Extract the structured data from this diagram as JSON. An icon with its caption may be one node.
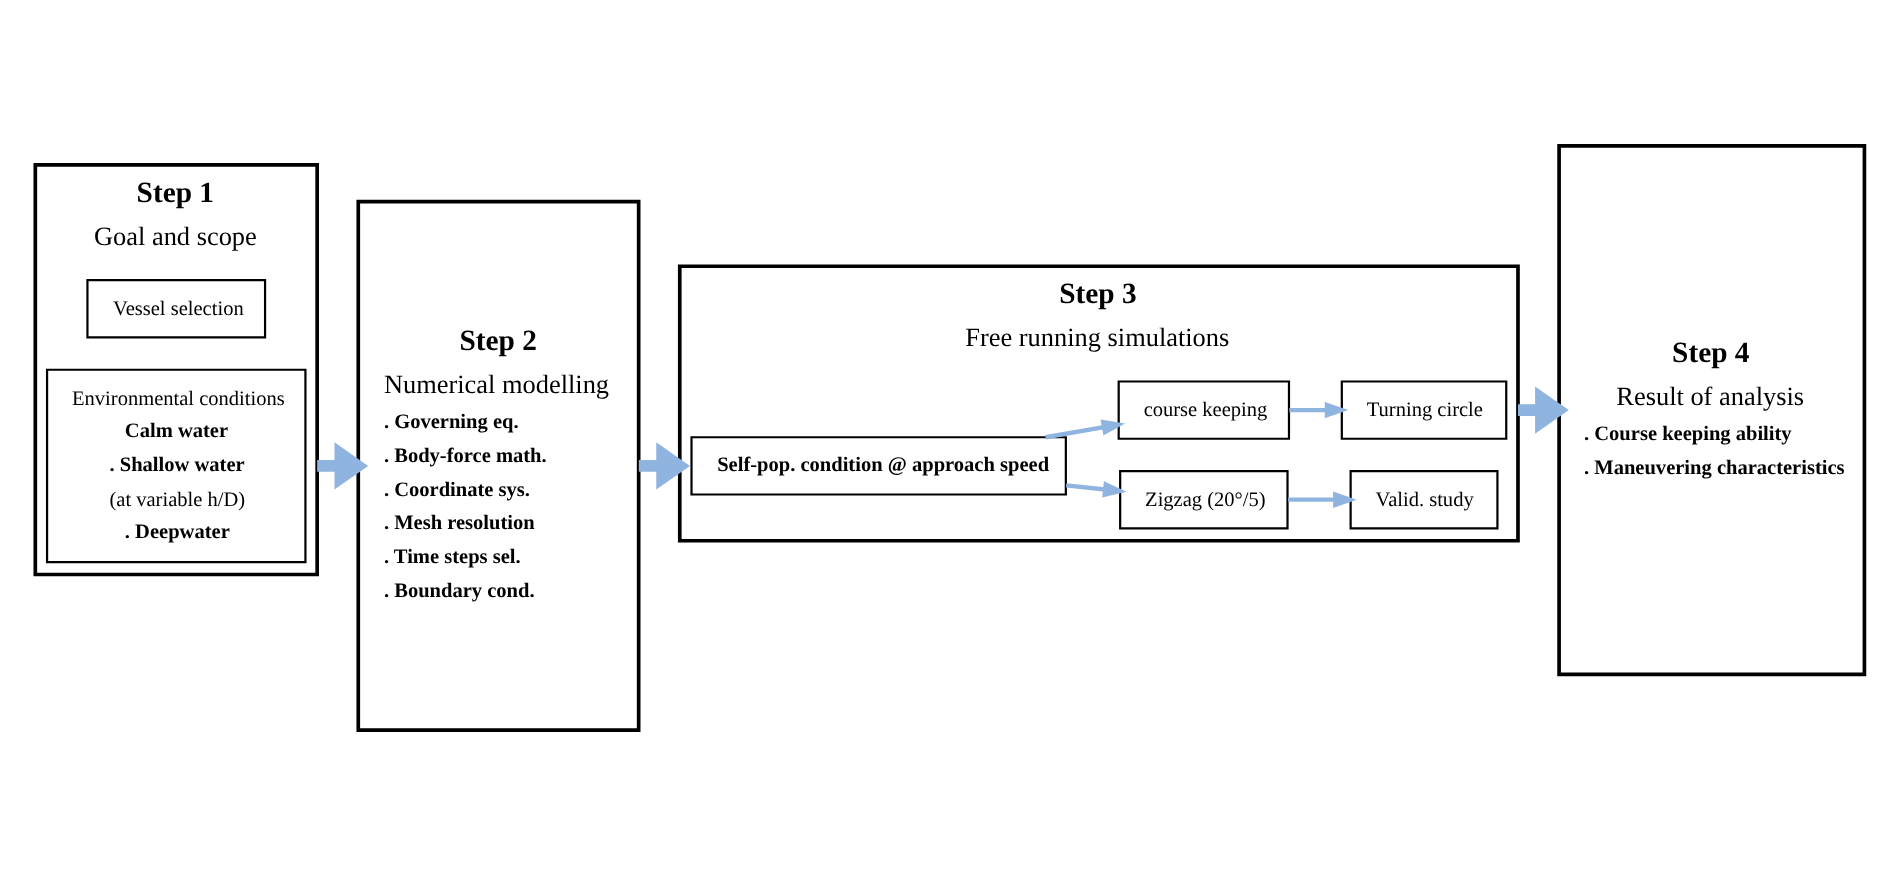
{
  "diagram": {
    "nodes": [
      {
        "text": [
          "Step 1",
          "Goal and scope"
        ]
      },
      {
        "text": [
          "Vessel selection"
        ],
        "in": 0
      },
      {
        "text": [
          "Environmental conditions",
          "Calm water",
          ". Shallow water",
          "(at variable h/D)",
          ". Deepwater"
        ],
        "in": 0
      },
      {
        "text": [
          "Step 2",
          "Numerical modelling",
          ". Governing eq.",
          ". Body-force math.",
          ". Coordinate sys.",
          ". Mesh resolution",
          ". Time steps sel.",
          ". Boundary cond."
        ]
      },
      {
        "text": [
          "Step 3",
          "Free running simulations"
        ]
      },
      {
        "text": [
          "Self-pop. condition @ approach speed"
        ],
        "in": 4
      },
      {
        "text": [
          "Zigzag (20°/5)"
        ],
        "in": 4
      },
      {
        "text": [
          "course keeping"
        ],
        "in": 4
      },
      {
        "text": [
          "Valid. study"
        ],
        "in": 4
      },
      {
        "text": [
          "Turning circle"
        ],
        "in": 4
      },
      {
        "text": [
          "Step 4",
          "Result of analysis",
          ". Course keeping ability",
          ". Maneuvering characteristics"
        ]
      }
    ],
    "edges": [
      {
        "from": 0,
        "to": 3,
        "arrow": "to",
        "style": "thick"
      },
      {
        "from": 3,
        "to": 4,
        "arrow": "to",
        "style": "thick"
      },
      {
        "from": 4,
        "to": 10,
        "arrow": "to",
        "style": "thick"
      },
      {
        "from": 5,
        "to": 6,
        "arrow": "to"
      },
      {
        "from": 5,
        "to": 7,
        "arrow": "to"
      },
      {
        "from": 6,
        "to": 8,
        "arrow": "to"
      },
      {
        "from": 7,
        "to": 9,
        "arrow": "to"
      }
    ]
  }
}
